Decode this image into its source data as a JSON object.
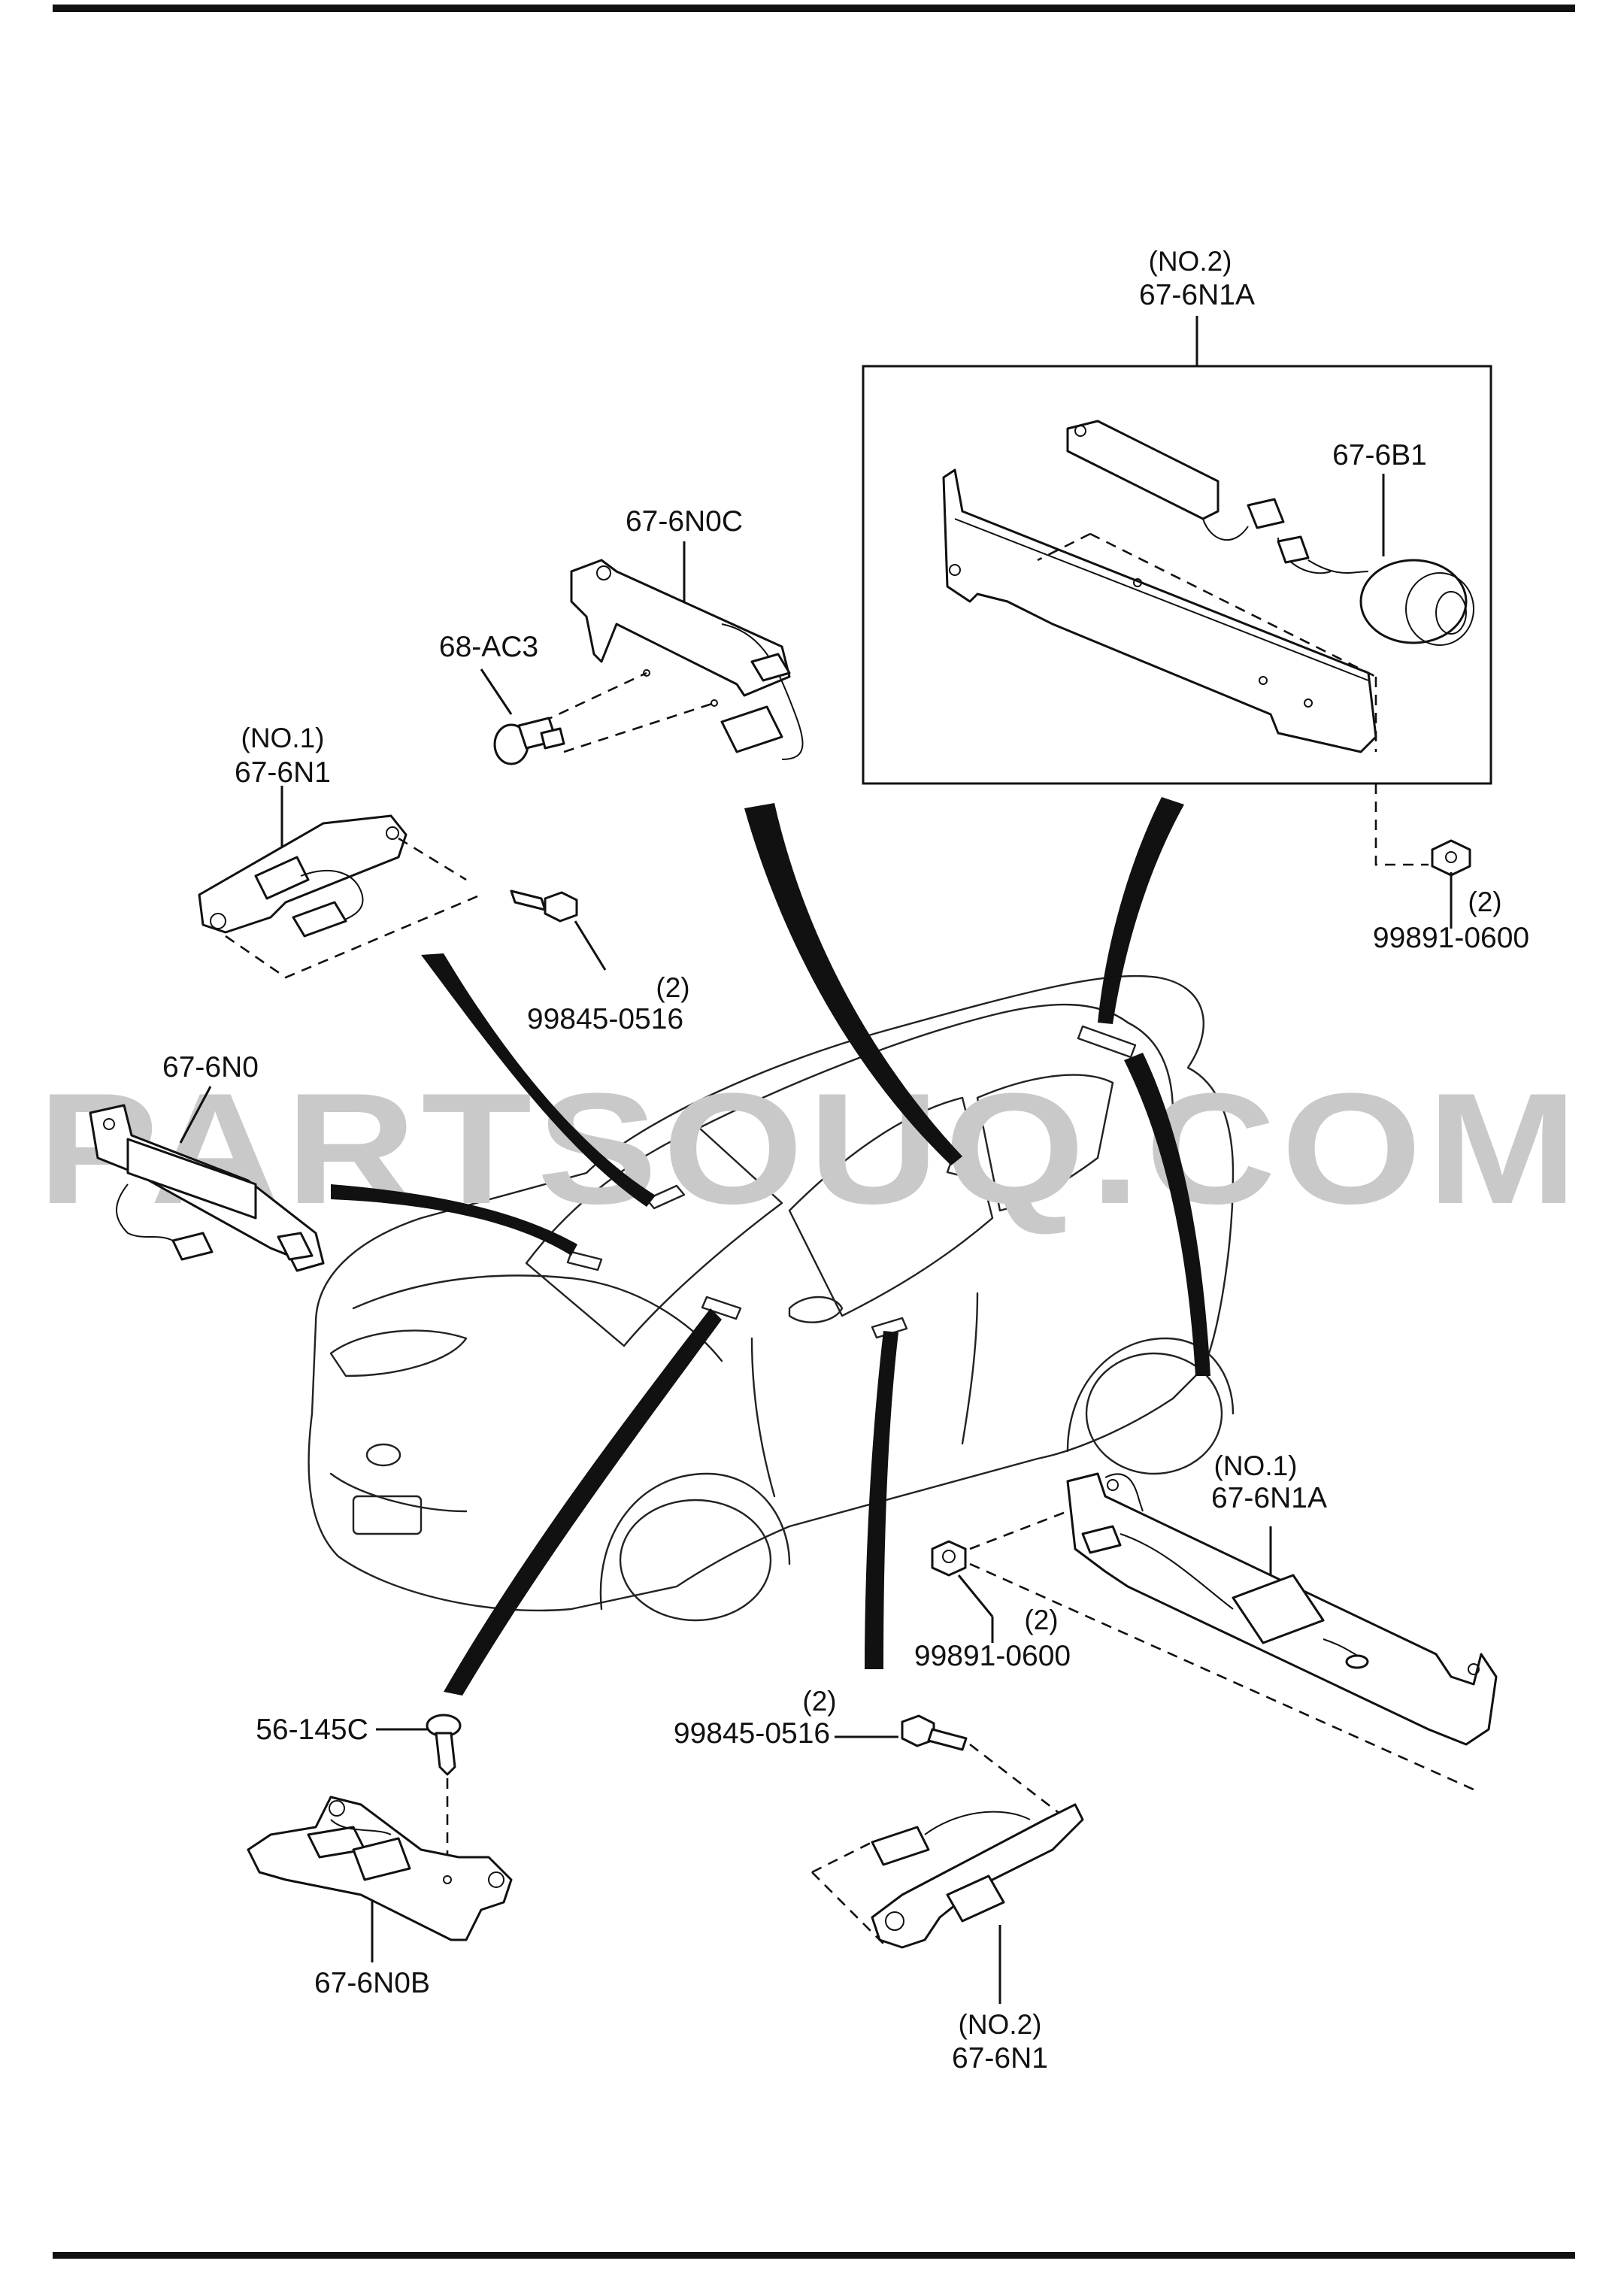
{
  "watermark": "PARTSOUQ.COM",
  "labels": {
    "no2_note_top": "(NO.2)",
    "no2_part_top": "67-6N1A",
    "part_676b1": "67-6B1",
    "part_676n0c": "67-6N0C",
    "part_68ac3": "68-AC3",
    "no1_note_left": "(NO.1)",
    "no1_part_left": "67-6N1",
    "part_676n0": "67-6N0",
    "qty_99845_top": "(2)",
    "part_99845_top": "99845-0516",
    "qty_99891_right": "(2)",
    "part_99891_right": "99891-0600",
    "no1_note_right": "(NO.1)",
    "no1_part_right": "67-6N1A",
    "qty_99891_mid": "(2)",
    "part_99891_mid": "99891-0600",
    "part_56145c": "56-145C",
    "qty_99845_bottom": "(2)",
    "part_99845_bottom": "99845-0516",
    "part_676n0b": "67-6N0B",
    "no2_note_bottom": "(NO.2)",
    "no2_part_bottom": "67-6N1"
  }
}
